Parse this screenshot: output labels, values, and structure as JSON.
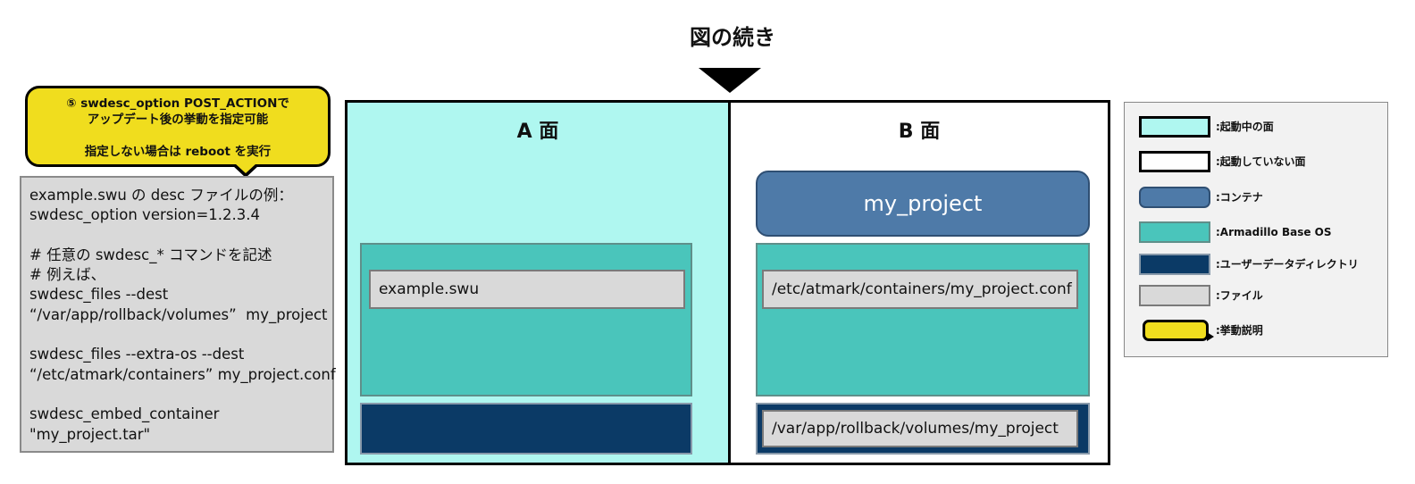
{
  "title": "図の続き",
  "callout": {
    "line1": "⑤ swdesc_option POST_ACTIONで",
    "line2": "アップデート後の挙動を指定可能",
    "line3": "指定しない場合は reboot を実行"
  },
  "desc_file": {
    "lines": [
      "example.swu の desc ファイルの例：",
      "swdesc_option version=1.2.3.4",
      "",
      "# 任意の swdesc_* コマンドを記述",
      "# 例えば、",
      "swdesc_files --dest",
      "“/var/app/rollback/volumes”  my_project",
      "",
      "swdesc_files --extra-os --dest",
      "“/etc/atmark/containers” my_project.conf",
      "",
      "swdesc_embed_container",
      "\"my_project.tar\""
    ]
  },
  "face_a": {
    "title": "A 面",
    "os_file": "example.swu"
  },
  "face_b": {
    "title": "B 面",
    "container": "my_project",
    "os_file": "/etc/atmark/containers/my_project.conf",
    "user_file": "/var/app/rollback/volumes/my_project"
  },
  "legend": {
    "items": [
      {
        "label": ":起動中の面",
        "color": "#aff7f0"
      },
      {
        "label": ":起動していない面",
        "color": "#ffffff"
      },
      {
        "label": ":コンテナ",
        "color": "#4e7aa8"
      },
      {
        "label": ":Armadillo Base  OS",
        "color": "#4ac5bb"
      },
      {
        "label": ":ユーザーデータディレクトリ",
        "color": "#0b3a66"
      },
      {
        "label": ":ファイル",
        "color": "#d9d9d9"
      },
      {
        "label": ":挙動説明",
        "color": "#f0dd1e"
      }
    ]
  }
}
